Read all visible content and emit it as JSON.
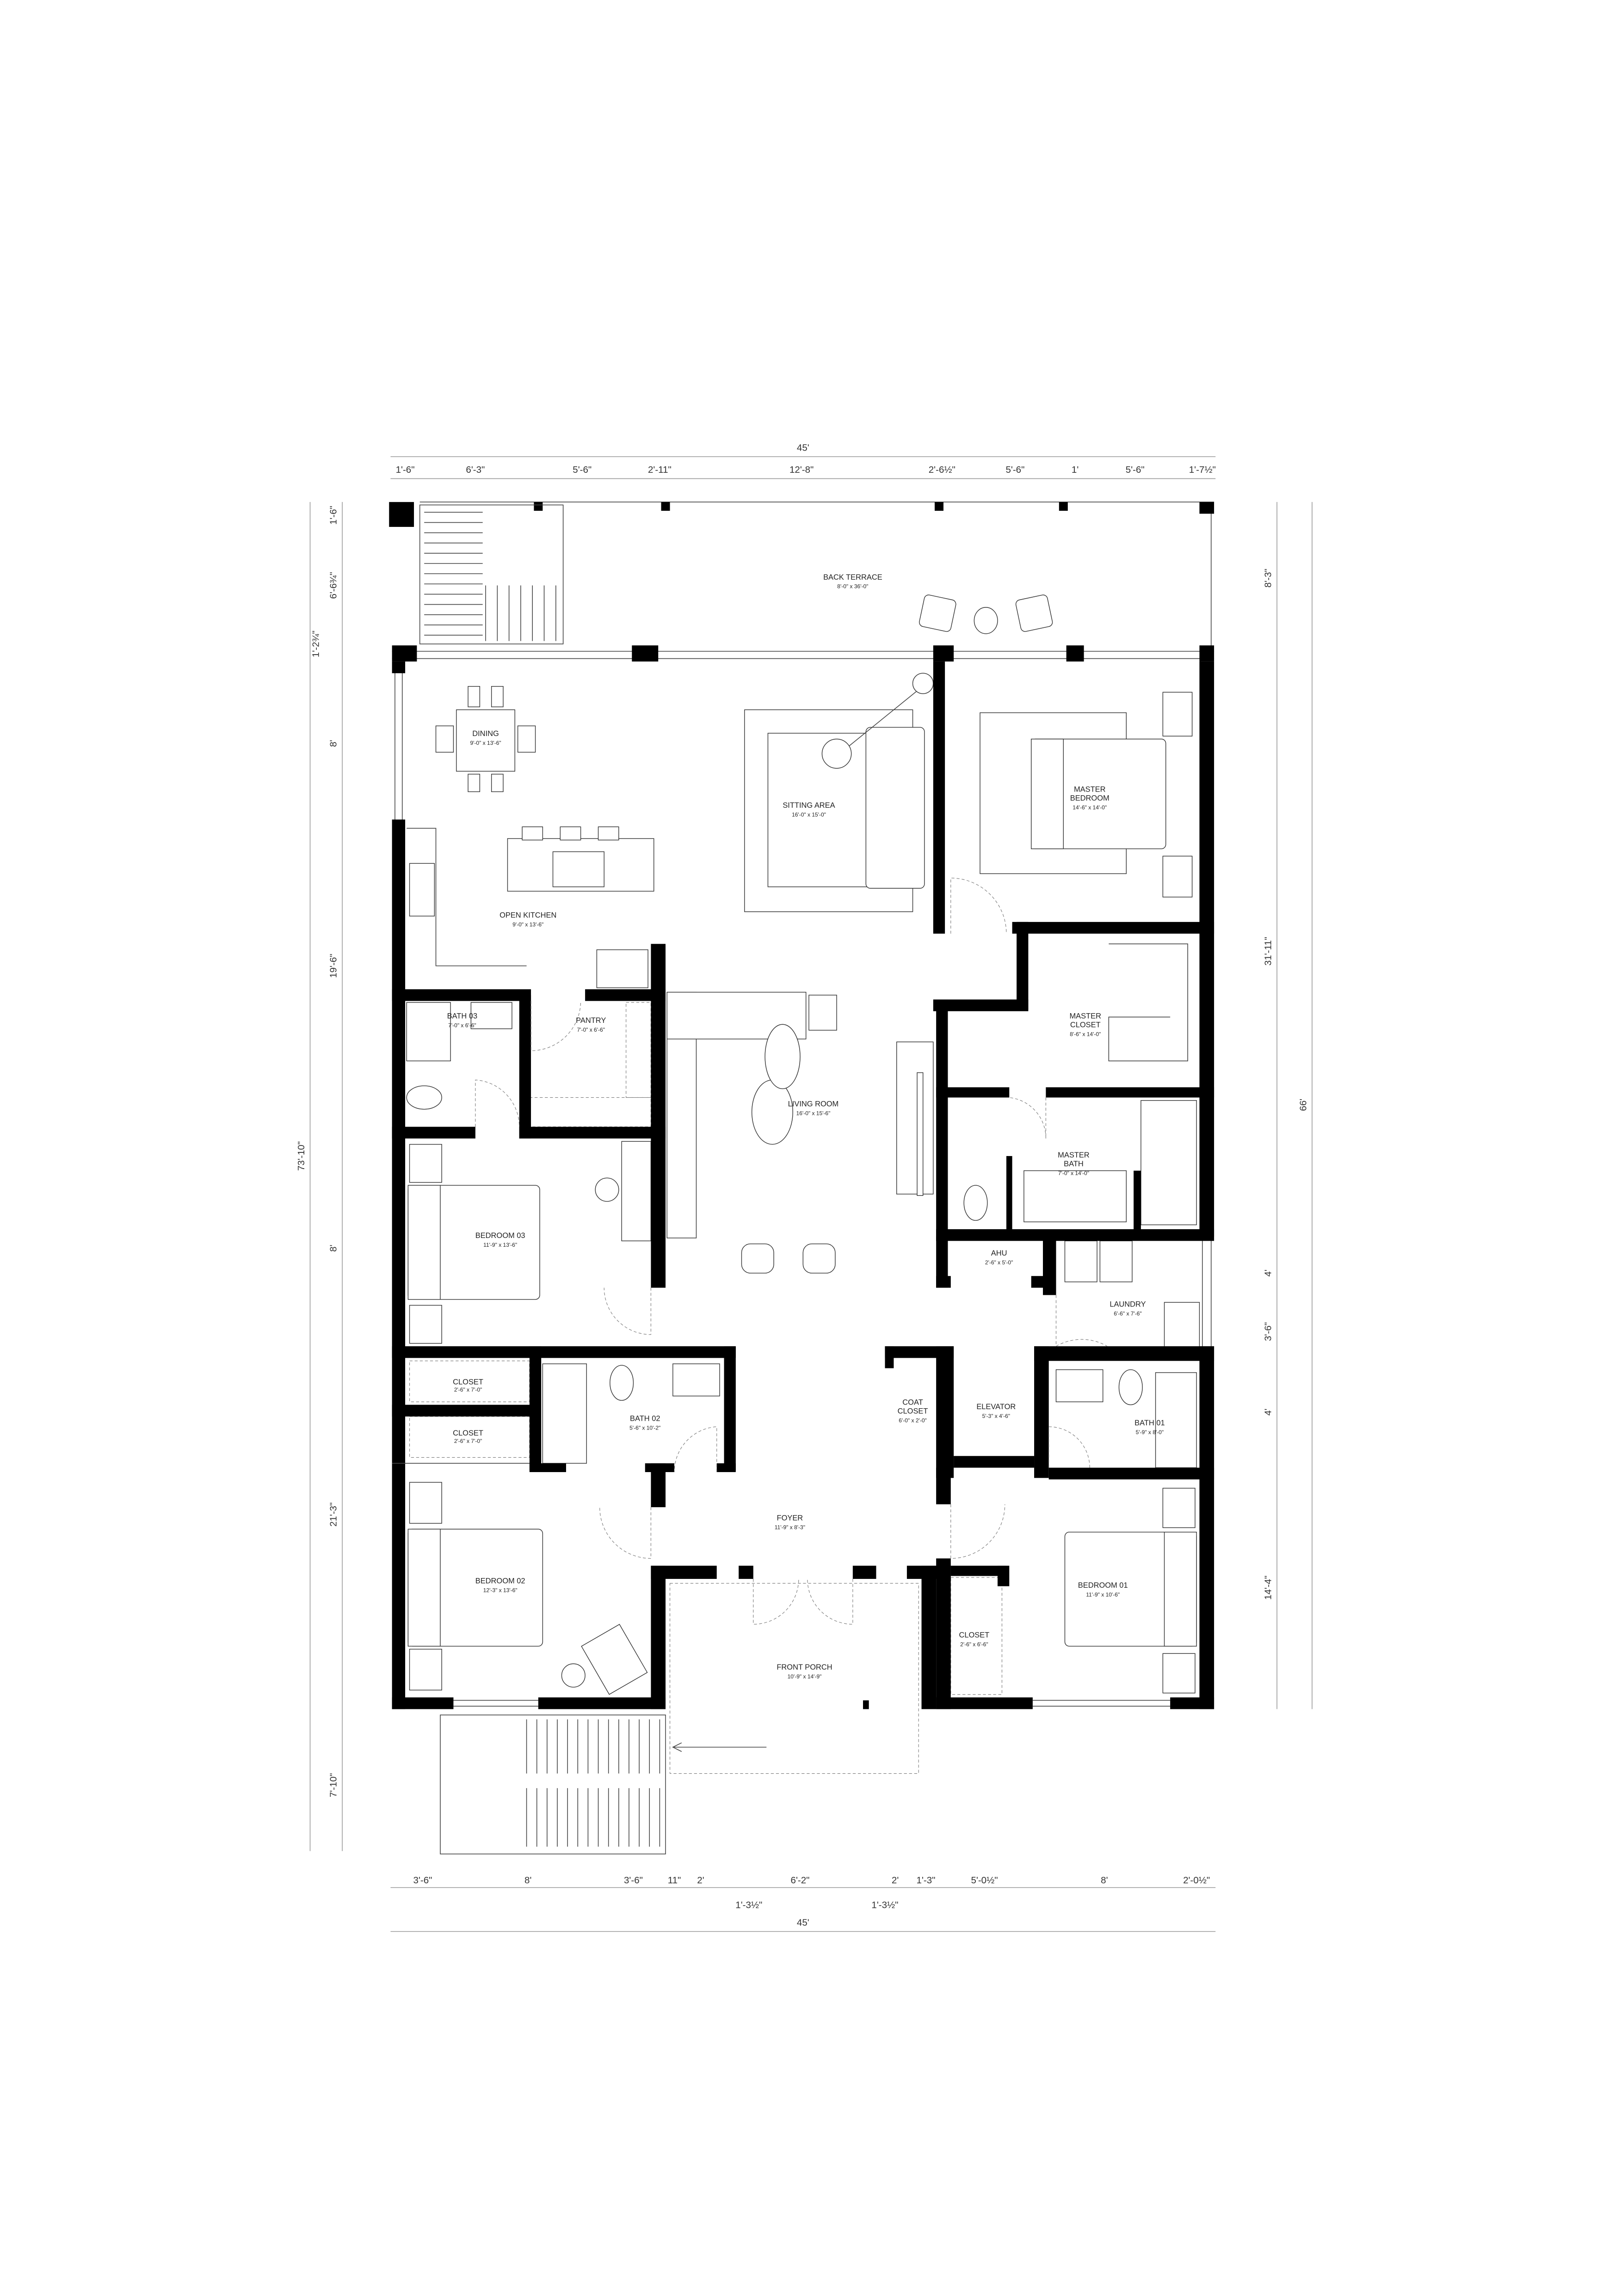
{
  "rooms": {
    "back_terrace": {
      "name": "BACK TERRACE",
      "size": "8'-0\" x 36'-0\""
    },
    "dining": {
      "name": "DINING",
      "size": "9'-0\" x 13'-6\""
    },
    "sitting_area": {
      "name": "SITTING AREA",
      "size": "16'-0\" x 15'-0\""
    },
    "master_bedroom": {
      "name_lines": [
        "MASTER",
        "BEDROOM"
      ],
      "size": "14'-6\" x 14'-0\""
    },
    "open_kitchen": {
      "name": "OPEN KITCHEN",
      "size": "9'-0\" x 13'-6\""
    },
    "master_closet": {
      "name_lines": [
        "MASTER",
        "CLOSET"
      ],
      "size": "8'-6\" x 14'-0\""
    },
    "bath_03": {
      "name": "BATH 03",
      "size": "7'-0\" x 6'-6\""
    },
    "pantry": {
      "name": "PANTRY",
      "size": "7'-0\" x 6'-6\""
    },
    "living_room": {
      "name": "LIVING ROOM",
      "size": "16'-0\" x 15'-6\""
    },
    "master_bath": {
      "name_lines": [
        "MASTER",
        "BATH"
      ],
      "size": "7'-0\" x 14'-0\""
    },
    "bedroom_03": {
      "name": "BEDROOM 03",
      "size": "11'-9\" x 13'-6\""
    },
    "ahu": {
      "name": "AHU",
      "size": "2'-6\" x 5'-0\""
    },
    "laundry": {
      "name": "LAUNDRY",
      "size": "6'-6\" x 7'-6\""
    },
    "closet_a": {
      "name": "CLOSET",
      "size": "2'-6\" x 7'-0\""
    },
    "closet_b": {
      "name": "CLOSET",
      "size": "2'-6\" x 7'-0\""
    },
    "bath_02": {
      "name": "BATH 02",
      "size": "5'-6\" x 10'-2\""
    },
    "coat_closet": {
      "name_lines": [
        "COAT",
        "CLOSET"
      ],
      "size": "6'-0\" x 2'-0\""
    },
    "elevator": {
      "name": "ELEVATOR",
      "size": "5'-3\" x 4'-6\""
    },
    "bath_01": {
      "name": "BATH 01",
      "size": "5'-9\" x 8'-0\""
    },
    "foyer": {
      "name": "FOYER",
      "size": "11'-9\" x 8'-3\""
    },
    "bedroom_02": {
      "name": "BEDROOM 02",
      "size": "12'-3\" x 13'-6\""
    },
    "bedroom_01": {
      "name": "BEDROOM 01",
      "size": "11'-9\" x 10'-6\""
    },
    "closet_c": {
      "name": "CLOSET",
      "size": "2'-6\" x 6'-6\""
    },
    "front_porch": {
      "name": "FRONT PORCH",
      "size": "10'-9\" x 14'-9\""
    }
  },
  "dimensions": {
    "top_total": "45'",
    "top": [
      "1'-6\"",
      "6'-3\"",
      "5'-6\"",
      "2'-11\"",
      "12'-8\"",
      "2'-6½\"",
      "5'-6\"",
      "1'",
      "5'-6\"",
      "1'-7½\""
    ],
    "bottom_total": "45'",
    "bottom": [
      "3'-6\"",
      "8'",
      "3'-6\"",
      "11\"",
      "2'",
      "6'-2\"",
      "2'",
      "1'-3\"",
      "5'-0½\"",
      "8'",
      "2'-0½\""
    ],
    "bottom_callouts": [
      "1'-3½\"",
      "1'-3½\""
    ],
    "left_total": "73'-10\"",
    "left": [
      "1'-6\"",
      "6'-6¾\"",
      "1'-2¾\"",
      "8'",
      "19'-6\"",
      "8'",
      "21'-3\"",
      "7'-10\""
    ],
    "right_total": "66'",
    "right": [
      "8'-3\"",
      "31'-11\"",
      "4'",
      "3'-6\"",
      "4'",
      "14'-4\""
    ]
  }
}
